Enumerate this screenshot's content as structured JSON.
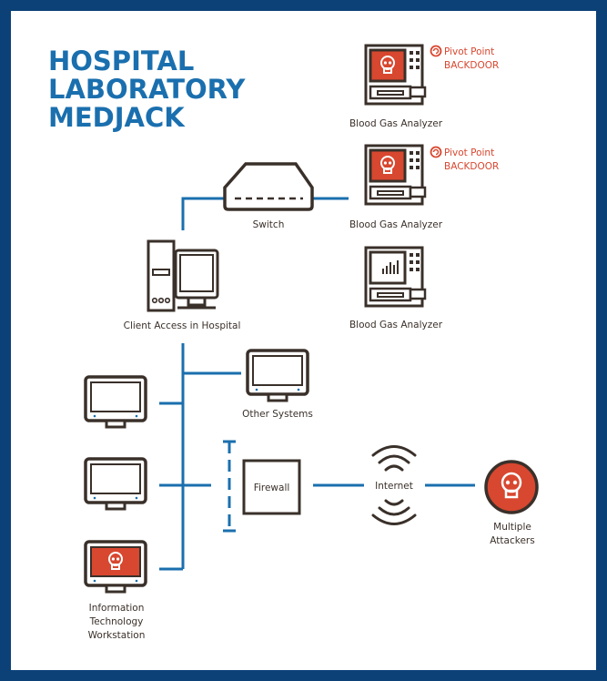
{
  "title": {
    "line1": "HOSPITAL",
    "line2": "LABORATORY",
    "line3": "MEDJACK"
  },
  "analyzers": [
    {
      "label": "Blood Gas Analyzer",
      "compromised": true,
      "warning_line1": "Pivot Point",
      "warning_line2": "BACKDOOR"
    },
    {
      "label": "Blood Gas Analyzer",
      "compromised": true,
      "warning_line1": "Pivot Point",
      "warning_line2": "BACKDOOR"
    },
    {
      "label": "Blood Gas Analyzer",
      "compromised": false
    }
  ],
  "switch": {
    "label": "Switch"
  },
  "client": {
    "label": "Client Access in Hospital"
  },
  "other_systems": {
    "label": "Other Systems"
  },
  "it_workstation": {
    "line1": "Information",
    "line2": "Technology",
    "line3": "Workstation"
  },
  "firewall": {
    "label": "Firewall"
  },
  "internet": {
    "label": "Internet"
  },
  "attackers": {
    "line1": "Multiple",
    "line2": "Attackers"
  },
  "colors": {
    "border": "#0c4178",
    "title": "#1a6fae",
    "line": "#1a6fae",
    "outline": "#3a302a",
    "alert": "#d8472f"
  }
}
